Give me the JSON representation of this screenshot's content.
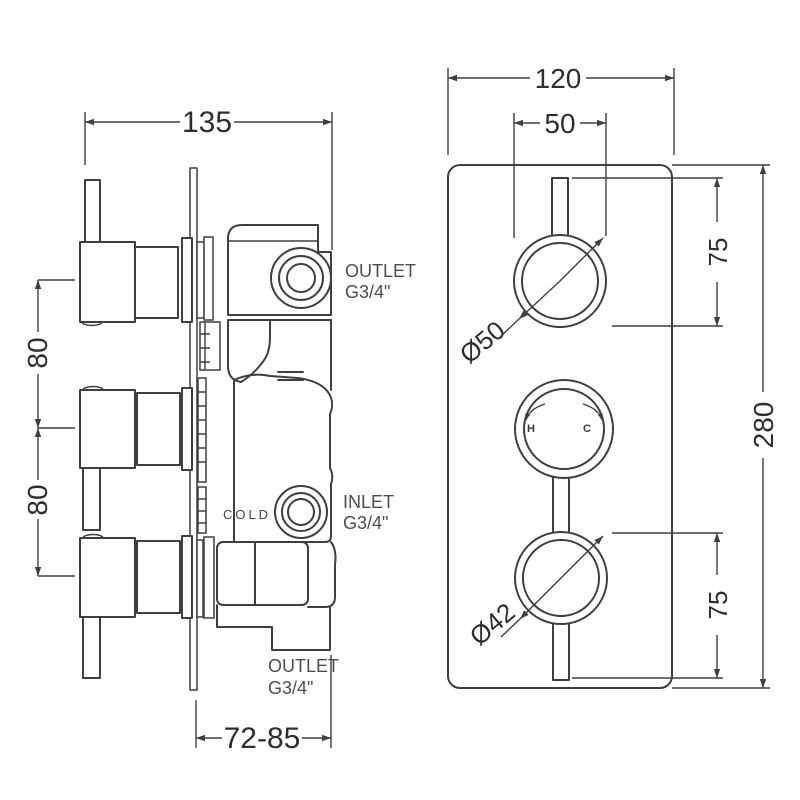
{
  "meta": {
    "title": "Triple concealed thermostatic shower valve - technical dimension drawing"
  },
  "side_view": {
    "dims": {
      "overall_width": "135",
      "handle_gap_top": "80",
      "handle_gap_bottom": "80",
      "recess_depth": "72-85"
    },
    "labels": {
      "outlet_top_line1": "OUTLET",
      "outlet_top_line2": "G3/4\"",
      "inlet_line1": "INLET",
      "inlet_line2": "G3/4\"",
      "outlet_bottom_line1": "OUTLET",
      "outlet_bottom_line2": "G3/4\"",
      "cold": "COLD"
    }
  },
  "front_view": {
    "dims": {
      "plate_width": "120",
      "dial_width": "50",
      "plate_height": "280",
      "dial_offset_top": "75",
      "dial_offset_bottom": "75"
    },
    "labels": {
      "top_dial_diameter": "Ø50",
      "bottom_dial_diameter": "Ø42",
      "hot": "H",
      "cold": "C"
    }
  },
  "colors": {
    "line": "#3f3f3f",
    "dim_text": "#2e2e2e",
    "label_text": "#4d4d4d",
    "background": "#ffffff"
  }
}
